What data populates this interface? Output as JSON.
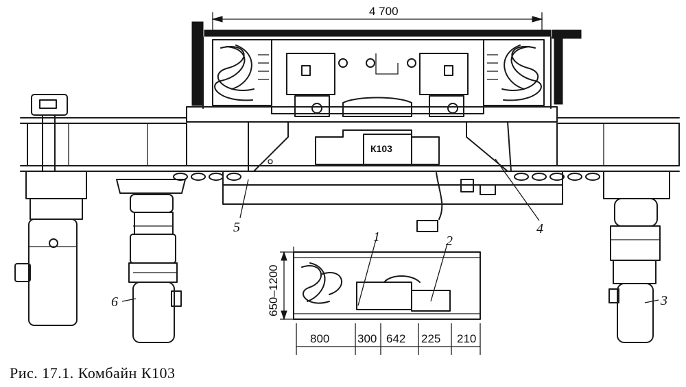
{
  "figure": {
    "caption": "Рис. 17.1. Комбайн К103",
    "machine_tag": "К103"
  },
  "dimensions": {
    "overall_width": "4 700",
    "seam_height": "650–1200",
    "segments": [
      "800",
      "300",
      "642",
      "225",
      "210"
    ]
  },
  "callouts": [
    "1",
    "2",
    "3",
    "4",
    "5",
    "6"
  ]
}
